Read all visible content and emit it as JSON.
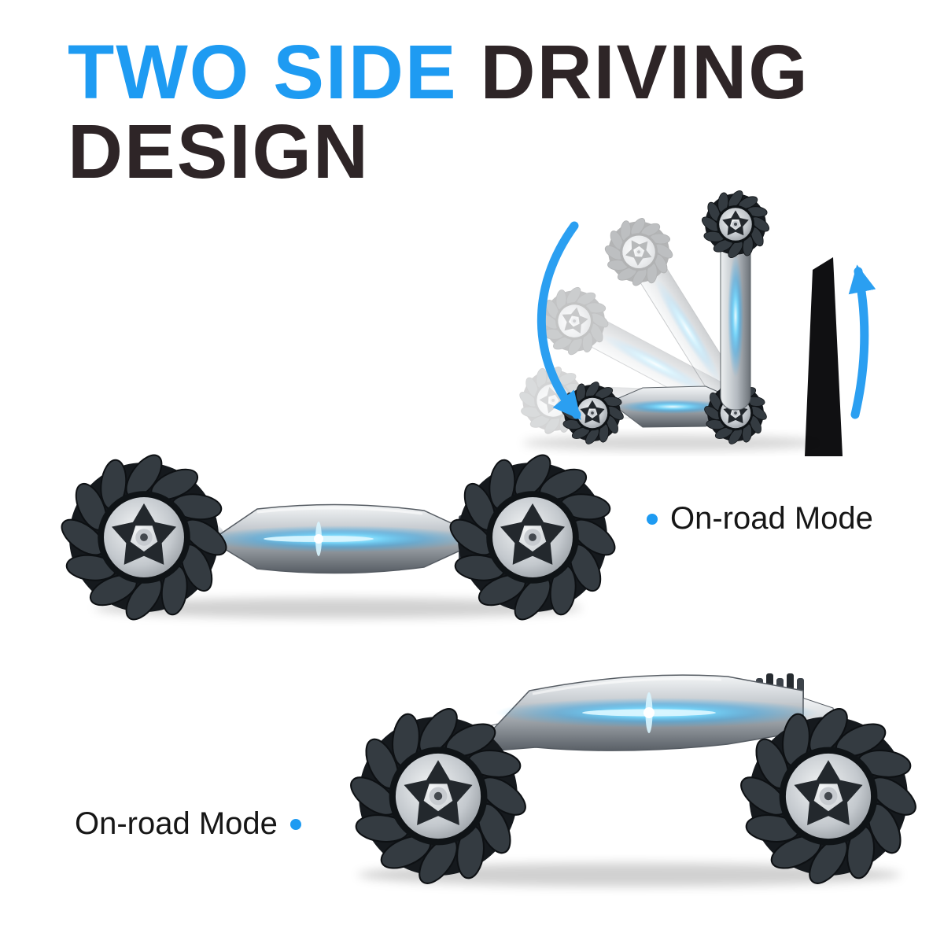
{
  "title": {
    "part_blue": "TWO SIDE",
    "part_dark": " DRIVING",
    "line2": "DESIGN"
  },
  "labels": {
    "mid_mode": "On-road Mode",
    "bottom_mode": "On-road Mode"
  },
  "colors": {
    "accent_blue": "#1e9bf2",
    "title_dark": "#2e2527",
    "glow_blue": "#46c6ff"
  },
  "icons": {
    "mid_bullet": "bullet-dot",
    "bottom_bullet": "bullet-dot",
    "flip_down_arrow": "curved-arrow-down-icon",
    "flip_up_arrow": "curved-arrow-up-icon"
  }
}
